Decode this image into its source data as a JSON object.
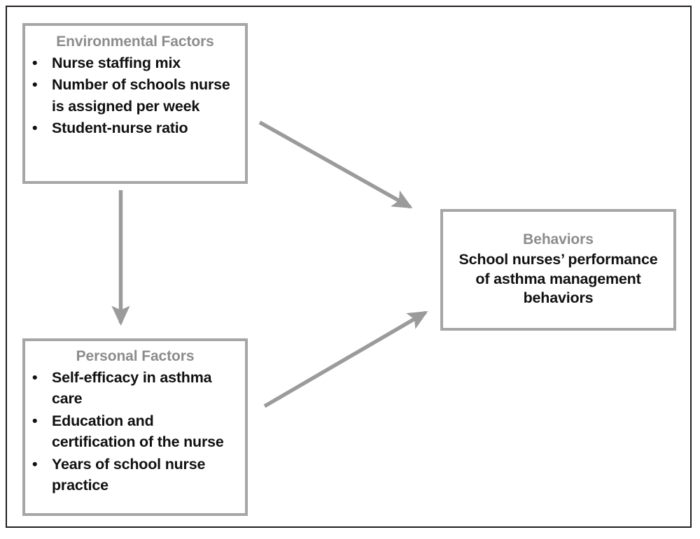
{
  "figure": {
    "type": "conceptual-framework-diagram",
    "frame_color": "#231f20",
    "box_border_color": "#a6a6a6",
    "arrow_color": "#9b9b9b",
    "title_color": "#8c8c8c",
    "body_text_color": "#111111"
  },
  "nodes": {
    "environmental": {
      "title": "Environmental Factors",
      "bullet_glyph": "•",
      "items": [
        "Nurse staffing mix",
        "Number of schools nurse is assigned per week",
        "Student-nurse ratio"
      ]
    },
    "personal": {
      "title": "Personal Factors",
      "bullet_glyph": "•",
      "items": [
        "Self-efficacy in asthma care",
        "Education and certification of the nurse",
        "Years of school nurse practice"
      ]
    },
    "behaviors": {
      "title": "Behaviors",
      "body": "School nurses’ performance of asthma management behaviors"
    }
  },
  "connectors": [
    {
      "name": "environmental-to-behaviors",
      "from": "environmental",
      "to": "behaviors",
      "style": "diagonal-arrow-down-right"
    },
    {
      "name": "environmental-to-personal",
      "from": "environmental",
      "to": "personal",
      "style": "vertical-arrow-down"
    },
    {
      "name": "personal-to-behaviors",
      "from": "personal",
      "to": "behaviors",
      "style": "diagonal-arrow-up-right"
    }
  ]
}
